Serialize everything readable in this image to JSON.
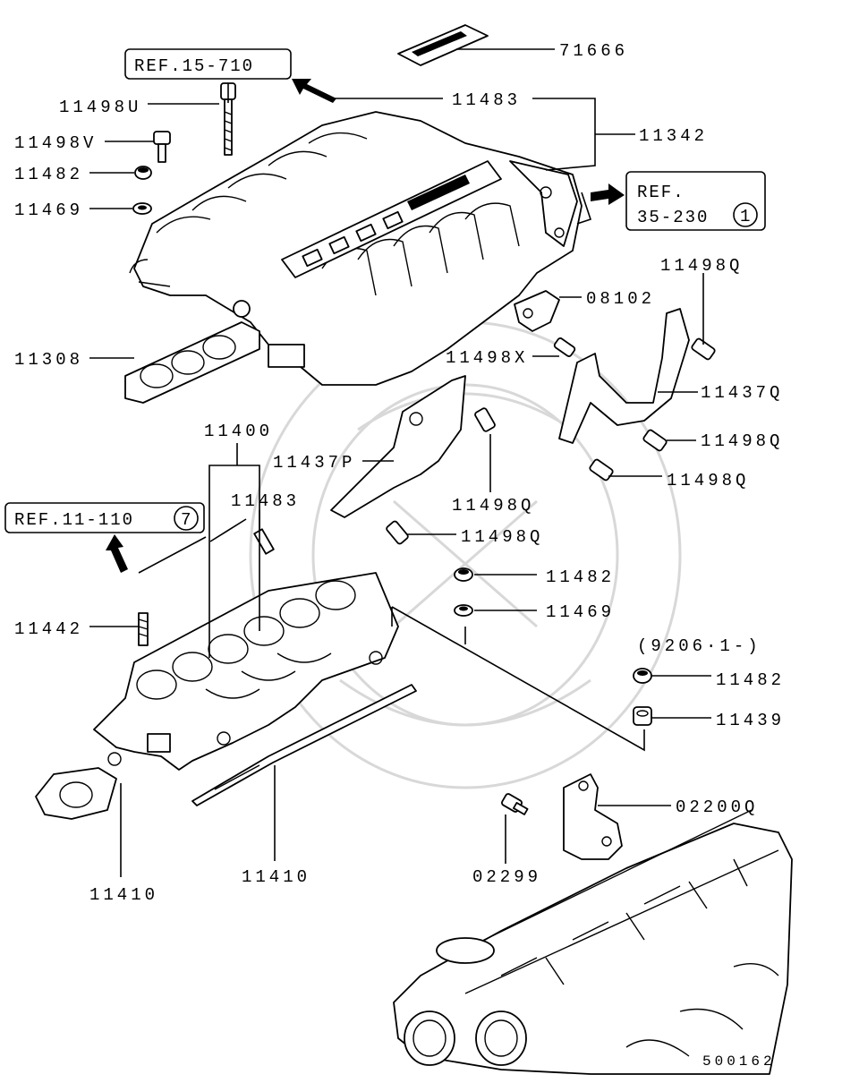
{
  "refs": {
    "ref_15_710": "REF.15-710",
    "ref_35_230_line1": "REF.",
    "ref_35_230_line2": "35-230",
    "ref_35_230_num": "1",
    "ref_11_110": "REF.11-110",
    "ref_11_110_num": "7"
  },
  "labels": {
    "p71666": "71666",
    "p11483_top": "11483",
    "p11342": "11342",
    "p11498U": "11498U",
    "p11498V": "11498V",
    "p11482_top": "11482",
    "p11469_top": "11469",
    "p11498Q_a": "11498Q",
    "p08102": "08102",
    "p11308": "11308",
    "p11498X": "11498X",
    "p11437Q": "11437Q",
    "p11400": "11400",
    "p11498Q_b": "11498Q",
    "p11437P": "11437P",
    "p11483_mid": "11483",
    "p11498Q_c": "11498Q",
    "p11498Q_d": "11498Q",
    "p11498Q_e": "11498Q",
    "p11482_mid": "11482",
    "p11469_mid": "11469",
    "p11442": "11442",
    "date_note": "(9206·1-)",
    "p11482_low": "11482",
    "p11439": "11439",
    "p02200Q": "02200Q",
    "p02299": "02299",
    "p11410_left": "11410",
    "p11410_mid": "11410",
    "diagram_id": "500162"
  }
}
